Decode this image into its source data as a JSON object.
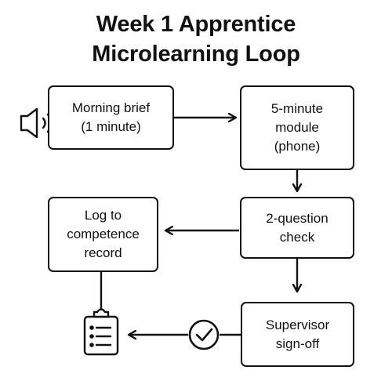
{
  "title": {
    "line1": "Week 1 Apprentice",
    "line2": "Microlearning Loop"
  },
  "nodes": {
    "morning_brief": {
      "line1": "Morning brief",
      "line2": "(1 minute)"
    },
    "module": {
      "line1": "5-minute",
      "line2": "module",
      "line3": "(phone)"
    },
    "check": {
      "line1": "2-question",
      "line2": "check"
    },
    "log": {
      "line1": "Log to",
      "line2": "competence",
      "line3": "record"
    },
    "signoff": {
      "line1": "Supervisor",
      "line2": "sign-off"
    }
  },
  "icons": [
    "speaker-icon",
    "checkmark-circle-icon",
    "clipboard-icon"
  ],
  "colors": {
    "stroke": "#111111",
    "background": "#ffffff"
  }
}
